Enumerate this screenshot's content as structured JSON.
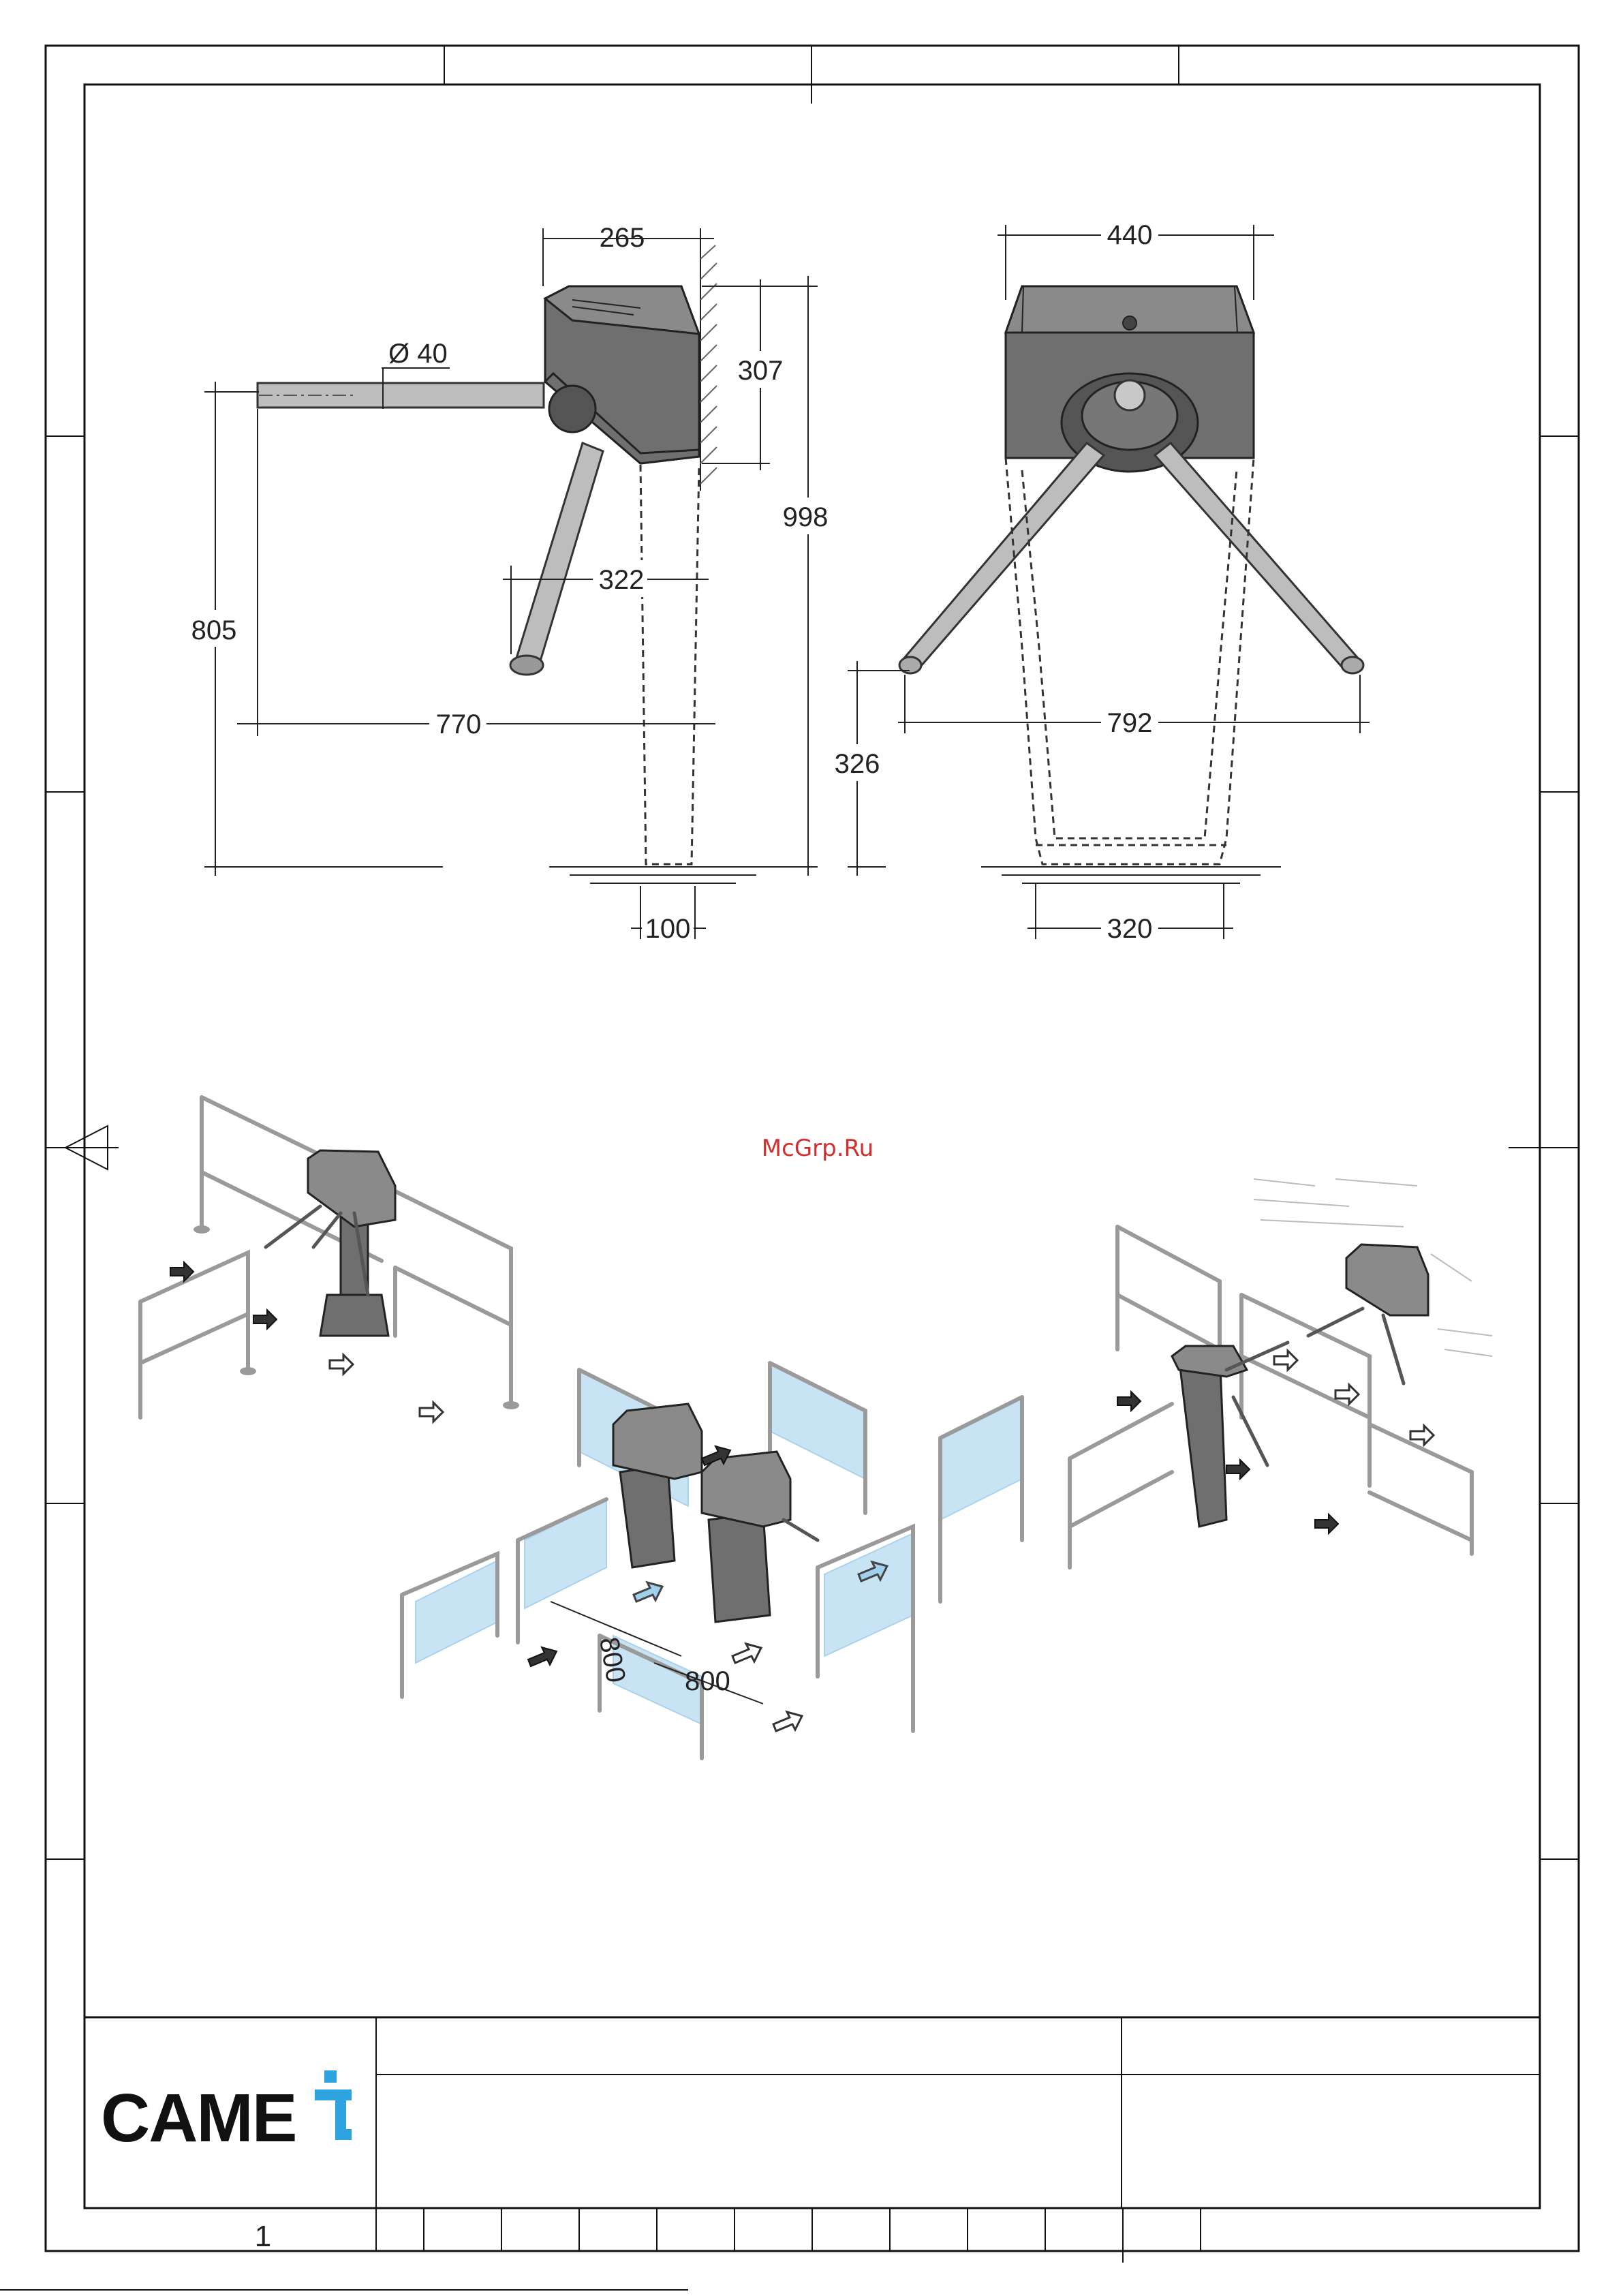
{
  "watermark": "McGrp.Ru",
  "brand": {
    "name": "CAME",
    "logo_icon": "came-t-icon",
    "logo_color": "#2ea3e0"
  },
  "page_number": "1",
  "side_view": {
    "dim_width_top": "265",
    "dim_arm_diameter": "Ø 40",
    "dim_head_height": "307",
    "dim_total_height": "998",
    "dim_arm_height": "805",
    "dim_arm_offset": "322",
    "dim_arm_reach": "770",
    "dim_base_width": "100"
  },
  "front_view": {
    "dim_head_width": "440",
    "dim_arm_span": "792",
    "dim_arm_ground": "326",
    "dim_base_width": "320"
  },
  "installation": {
    "dim_lane_a": "800",
    "dim_lane_b": "800"
  },
  "colors": {
    "body": "#6f6f6f",
    "glass": "#bfe0f3",
    "watermark": "#d32f2f"
  }
}
